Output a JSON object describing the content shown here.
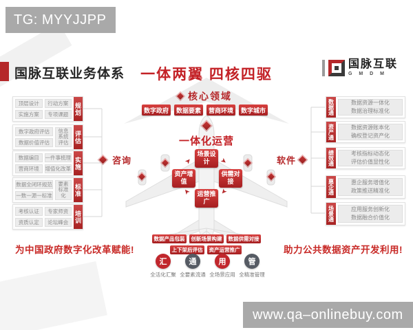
{
  "badges": {
    "top": "TG: MYYJJPP",
    "bottom": "www.qa–onlinebuy.com"
  },
  "header": {
    "title": "国脉互联业务体系",
    "center_title": "一体两翼  四核四驱",
    "logo_name": "国脉互联",
    "logo_sub": "G M D M"
  },
  "left": {
    "label": "咨询",
    "slogan": "为中国政府数字化改革赋能!",
    "groups": [
      {
        "tab": "规划",
        "a": "顶层设计",
        "b": "行动方案",
        "c": "实施方案",
        "d": "专项课题"
      },
      {
        "tab": "评估",
        "a": "数字政府评估",
        "c": "数据价值评估",
        "side": "信息系统评估"
      },
      {
        "tab": "实施",
        "a": "数据编目",
        "b": "一件事梳理",
        "c": "营商环境",
        "d": "增值化改革"
      },
      {
        "tab": "标准",
        "a": "数据全闭环规范",
        "c": "一数一源一标准",
        "side": "要素标准化"
      },
      {
        "tab": "培训",
        "a": "考核认证",
        "b": "专家师资",
        "c": "资质认定",
        "d": "论坛峰会"
      }
    ]
  },
  "right": {
    "label": "软件",
    "slogan": "助力公共数据资产开发利用!",
    "groups": [
      {
        "tab": "数据通",
        "line1": "数据资源一体化",
        "line2": "数据治理标准化"
      },
      {
        "tab": "资产通",
        "line1": "数据资源账本化",
        "line2": "确权登记资产化"
      },
      {
        "tab": "绩效通",
        "line1": "考核指标动态化",
        "line2": "评估价值显性化"
      },
      {
        "tab": "惠企通",
        "line1": "惠企服务增值化",
        "line2": "政策推送精准化"
      },
      {
        "tab": "场景通",
        "line1": "应用服务创新化",
        "line2": "数据融合价值化"
      }
    ]
  },
  "center": {
    "core_label": "核心领域",
    "btn1": "数字政府",
    "btn2": "数据要素",
    "btn3": "营商环境",
    "btn4": "数字城市",
    "ops_title": "一体化运营",
    "cycle_top": "场景设计",
    "cycle_right": "供需对接",
    "cycle_bottom": "运营推广",
    "cycle_left": "资产增值",
    "arrow_glyph": "➤",
    "tail1": "数据产品包装",
    "tail2": "创新场景构建",
    "tail3": "数据供需对接",
    "tail4": "上下架后评估",
    "tail5": "资产运营推广",
    "metrics": [
      {
        "char": "汇",
        "label": "全活化汇聚"
      },
      {
        "char": "通",
        "label": "全要素流通"
      },
      {
        "char": "用",
        "label": "全场景应用"
      },
      {
        "char": "管",
        "label": "全精准管理"
      }
    ]
  },
  "colors": {
    "accent_red": "#b5282a",
    "dark_circle": "#565b64",
    "badge_gray": "#a9a9a9"
  }
}
